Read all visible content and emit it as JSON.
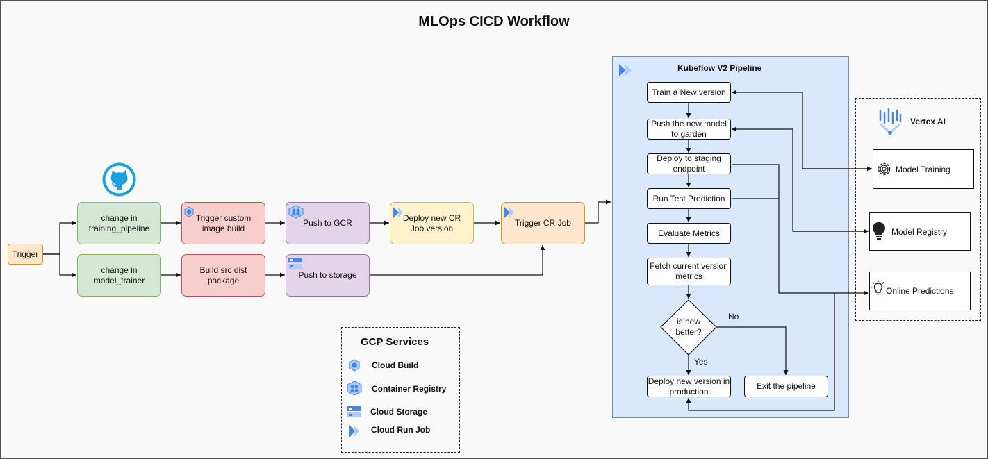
{
  "title": "MLOps CICD Workflow",
  "trigger": "Trigger",
  "pipeline_row": {
    "change": "change in training_pipeline",
    "build": "Trigger custom image build",
    "push": "Push to GCR",
    "deploy": "Deploy new CR Job version",
    "cr_job": "Trigger CR Job"
  },
  "trainer_row": {
    "change": "change in model_trainer",
    "build": "Build src dist package",
    "push": "Push to storage"
  },
  "kubeflow": {
    "title": "Kubeflow V2 Pipeline",
    "steps": {
      "train": "Train a New version",
      "push_garden": "Push the new model to garden",
      "deploy_staging": "Deploy to staging endpoint",
      "test_prediction": "Run Test Prediction",
      "evaluate": "Evaluate Metrics",
      "fetch": "Fetch current version metrics",
      "decision": "is new better?",
      "deploy_prod": "Deploy new version in production",
      "exit": "Exit the pipeline"
    },
    "yes_label": "Yes",
    "no_label": "No"
  },
  "vertex": {
    "title": "Vertex AI",
    "model_training": "Model Training",
    "model_registry": "Model Registry",
    "online_predictions": "Online Predictions"
  },
  "gcp_services": {
    "title": "GCP Services",
    "items": [
      "Cloud Build",
      "Container Registry",
      "Cloud Storage",
      "Cloud Run Job"
    ]
  },
  "colors": {
    "green": "#d5e8d4",
    "red": "#f8cecc",
    "purple": "#e1d5e7",
    "yellow": "#fff2cc",
    "orange": "#ffe6cc",
    "kubeflow_bg": "#dae8fc",
    "github": "#1ba1e2",
    "gcp_blue": "#4285f4"
  },
  "icons": [
    "github-icon",
    "cloud-build-icon",
    "container-registry-icon",
    "cloud-storage-icon",
    "cloud-run-icon",
    "vertex-ai-icon",
    "gear-icon",
    "lightbulb-icon",
    "lightbulb-outline-icon"
  ]
}
